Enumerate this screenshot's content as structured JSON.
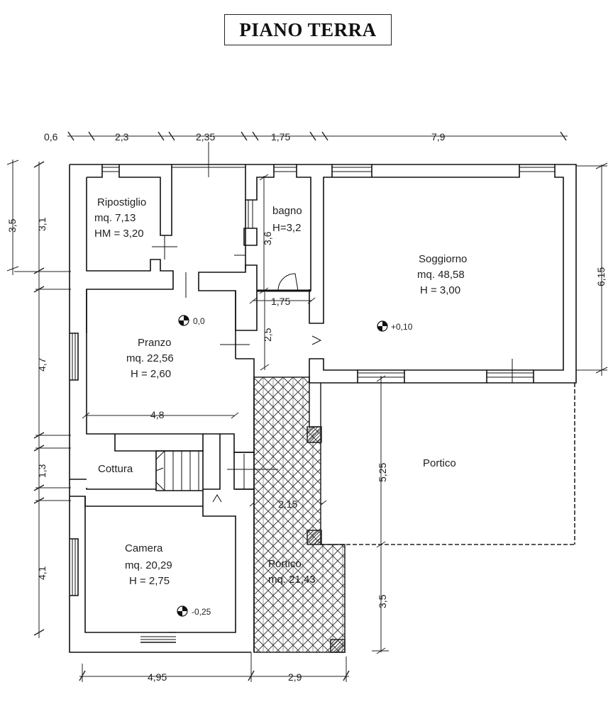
{
  "title": "PIANO TERRA",
  "dimensions": {
    "top": [
      "0,6",
      "2,3",
      "2,35",
      "1,75",
      "7,9"
    ],
    "left": [
      "3,5",
      "3,1",
      "4,7",
      "1,3",
      "4,1"
    ],
    "right": "6,15",
    "bottom": [
      "4,95",
      "2,9"
    ],
    "interior": {
      "bagno_height": "3,6",
      "corridor_width": "1,75",
      "corridor_length": "2,5",
      "pranzo_width": "4,8",
      "portico_depth": "5,25",
      "covered_portico_width": "2,15",
      "lower_portico_depth": "3,5"
    }
  },
  "rooms": {
    "ripostiglio": {
      "name": "Ripostiglio",
      "area": "mq. 7,13",
      "height": "HM = 3,20"
    },
    "bagno": {
      "name": "bagno",
      "height": "H=3,2"
    },
    "soggiorno": {
      "name": "Soggiorno",
      "area": "mq. 48,58",
      "height": "H = 3,00"
    },
    "pranzo": {
      "name": "Pranzo",
      "area": "mq. 22,56",
      "height": "H = 2,60"
    },
    "cottura": {
      "name": "Cottura"
    },
    "camera": {
      "name": "Camera",
      "area": "mq. 20,29",
      "height": "H = 2,75"
    },
    "portico_open": {
      "name": "Portico"
    },
    "portico_covered": {
      "name": "Portico",
      "area": "mq. 21,43"
    }
  },
  "levels": {
    "pranzo": "0,0",
    "soggiorno": "+0,10",
    "camera": "-0,25"
  }
}
